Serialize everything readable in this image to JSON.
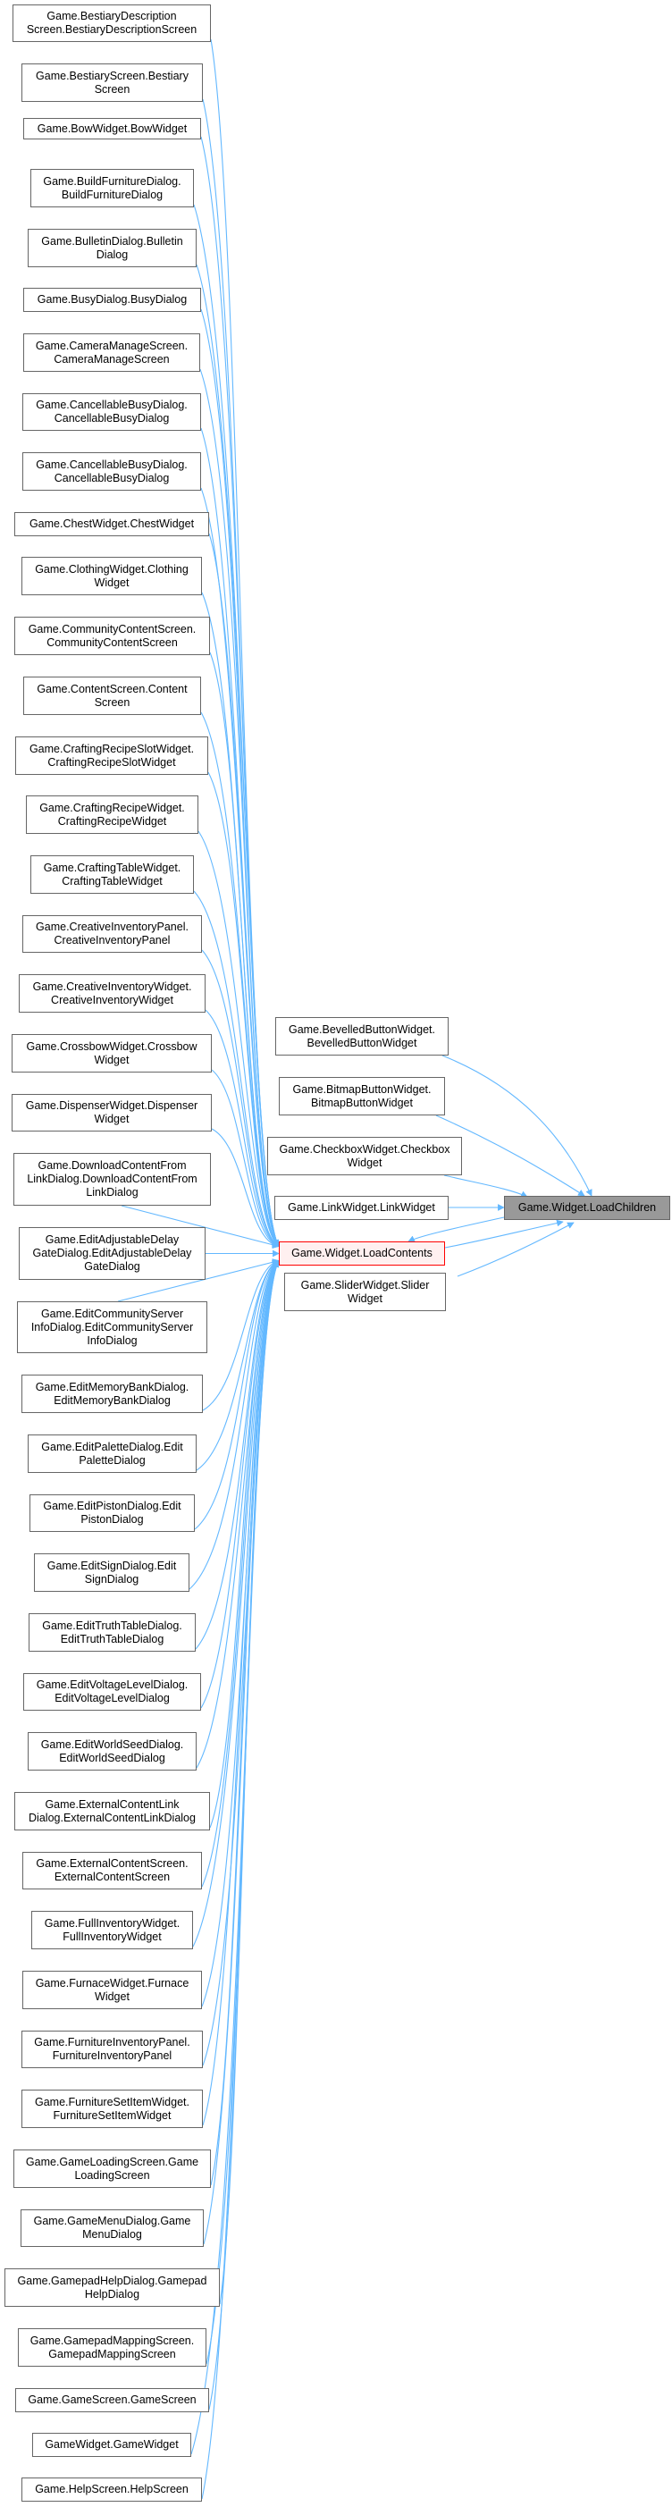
{
  "colors": {
    "edge": "#63b8ff",
    "node_border": "#666666",
    "focus_fill": "#999999",
    "highlight_fill": "#fff0f0",
    "highlight_border": "#ff0000"
  },
  "focus_node": {
    "label": "Game.Widget.LoadChildren"
  },
  "hub_node": {
    "label": "Game.Widget.LoadContents"
  },
  "direct_callers": [
    {
      "label": "Game.BevelledButtonWidget.\nBevelledButtonWidget"
    },
    {
      "label": "Game.BitmapButtonWidget.\nBitmapButtonWidget"
    },
    {
      "label": "Game.CheckboxWidget.Checkbox\nWidget"
    },
    {
      "label": "Game.LinkWidget.LinkWidget"
    },
    {
      "label": "Game.SliderWidget.Slider\nWidget"
    }
  ],
  "content_callers": [
    {
      "label": "Game.BestiaryDescription\nScreen.BestiaryDescriptionScreen"
    },
    {
      "label": "Game.BestiaryScreen.Bestiary\nScreen"
    },
    {
      "label": "Game.BowWidget.BowWidget"
    },
    {
      "label": "Game.BuildFurnitureDialog.\nBuildFurnitureDialog"
    },
    {
      "label": "Game.BulletinDialog.Bulletin\nDialog"
    },
    {
      "label": "Game.BusyDialog.BusyDialog"
    },
    {
      "label": "Game.CameraManageScreen.\nCameraManageScreen"
    },
    {
      "label": "Game.CancellableBusyDialog.\nCancellableBusyDialog"
    },
    {
      "label": "Game.CancellableBusyDialog.\nCancellableBusyDialog"
    },
    {
      "label": "Game.ChestWidget.ChestWidget"
    },
    {
      "label": "Game.ClothingWidget.Clothing\nWidget"
    },
    {
      "label": "Game.CommunityContentScreen.\nCommunityContentScreen"
    },
    {
      "label": "Game.ContentScreen.Content\nScreen"
    },
    {
      "label": "Game.CraftingRecipeSlotWidget.\nCraftingRecipeSlotWidget"
    },
    {
      "label": "Game.CraftingRecipeWidget.\nCraftingRecipeWidget"
    },
    {
      "label": "Game.CraftingTableWidget.\nCraftingTableWidget"
    },
    {
      "label": "Game.CreativeInventoryPanel.\nCreativeInventoryPanel"
    },
    {
      "label": "Game.CreativeInventoryWidget.\nCreativeInventoryWidget"
    },
    {
      "label": "Game.CrossbowWidget.Crossbow\nWidget"
    },
    {
      "label": "Game.DispenserWidget.Dispenser\nWidget"
    },
    {
      "label": "Game.DownloadContentFrom\nLinkDialog.DownloadContentFrom\nLinkDialog"
    },
    {
      "label": "Game.EditAdjustableDelay\nGateDialog.EditAdjustableDelay\nGateDialog"
    },
    {
      "label": "Game.EditCommunityServer\nInfoDialog.EditCommunityServer\nInfoDialog"
    },
    {
      "label": "Game.EditMemoryBankDialog.\nEditMemoryBankDialog"
    },
    {
      "label": "Game.EditPaletteDialog.Edit\nPaletteDialog"
    },
    {
      "label": "Game.EditPistonDialog.Edit\nPistonDialog"
    },
    {
      "label": "Game.EditSignDialog.Edit\nSignDialog"
    },
    {
      "label": "Game.EditTruthTableDialog.\nEditTruthTableDialog"
    },
    {
      "label": "Game.EditVoltageLevelDialog.\nEditVoltageLevelDialog"
    },
    {
      "label": "Game.EditWorldSeedDialog.\nEditWorldSeedDialog"
    },
    {
      "label": "Game.ExternalContentLink\nDialog.ExternalContentLinkDialog"
    },
    {
      "label": "Game.ExternalContentScreen.\nExternalContentScreen"
    },
    {
      "label": "Game.FullInventoryWidget.\nFullInventoryWidget"
    },
    {
      "label": "Game.FurnaceWidget.Furnace\nWidget"
    },
    {
      "label": "Game.FurnitureInventoryPanel.\nFurnitureInventoryPanel"
    },
    {
      "label": "Game.FurnitureSetItemWidget.\nFurnitureSetItemWidget"
    },
    {
      "label": "Game.GameLoadingScreen.Game\nLoadingScreen"
    },
    {
      "label": "Game.GameMenuDialog.Game\nMenuDialog"
    },
    {
      "label": "Game.GamepadHelpDialog.Gamepad\nHelpDialog"
    },
    {
      "label": "Game.GamepadMappingScreen.\nGamepadMappingScreen"
    },
    {
      "label": "Game.GameScreen.GameScreen"
    },
    {
      "label": "GameWidget.GameWidget"
    },
    {
      "label": "Game.HelpScreen.HelpScreen"
    }
  ]
}
